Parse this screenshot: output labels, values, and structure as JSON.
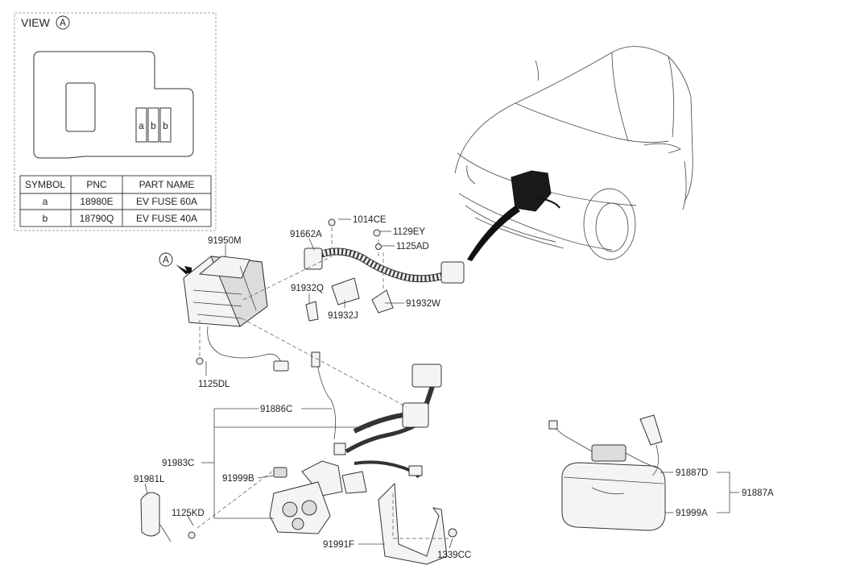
{
  "view": {
    "title": "VIEW",
    "marker": "A",
    "fuse_slots": [
      "a",
      "b",
      "b"
    ]
  },
  "table": {
    "headers": [
      "SYMBOL",
      "PNC",
      "PART NAME"
    ],
    "rows": [
      [
        "a",
        "18980E",
        "EV FUSE 60A"
      ],
      [
        "b",
        "18790Q",
        "EV FUSE 40A"
      ]
    ]
  },
  "view_marker": "A",
  "labels": {
    "l91950M": "91950M",
    "l91662A": "91662A",
    "l1014CE": "1014CE",
    "l1129EY": "1129EY",
    "l1125AD": "1125AD",
    "l91932Q": "91932Q",
    "l91932J": "91932J",
    "l91932W": "91932W",
    "l1125DL": "1125DL",
    "l91886C": "91886C",
    "l91983C": "91983C",
    "l91999B": "91999B",
    "l91981L": "91981L",
    "l1125KD": "1125KD",
    "l91991F": "91991F",
    "l1339CC": "1339CC",
    "l91887D": "91887D",
    "l91887A": "91887A",
    "l91999A": "91999A"
  },
  "colors": {
    "line": "#444444",
    "part_fill": "#f4f4f4",
    "dark": "#111111"
  }
}
